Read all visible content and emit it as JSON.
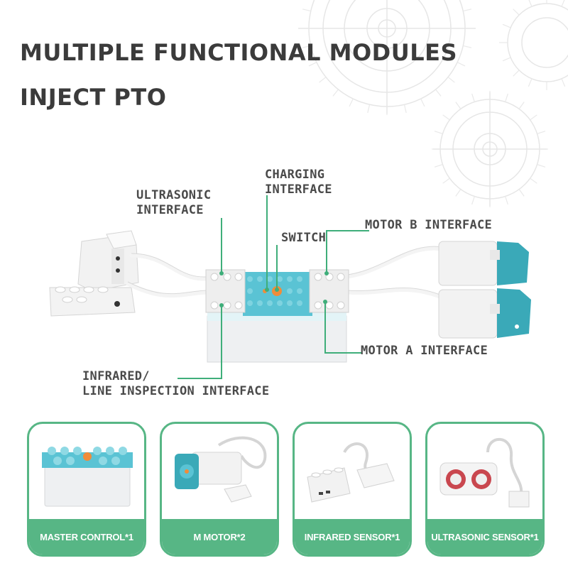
{
  "headline": {
    "line1": "MULTIPLE FUNCTIONAL MODULES",
    "line2": "INJECT PTO"
  },
  "callouts": {
    "ultrasonic": [
      "ULTRASONIC",
      "INTERFACE"
    ],
    "charging": [
      "CHARGING",
      "INTERFACE"
    ],
    "switch": "SWITCH",
    "motor_b": "MOTOR B INTERFACE",
    "motor_a": "MOTOR A INTERFACE",
    "infrared": [
      "INFRARED/",
      "LINE INSPECTION INTERFACE"
    ]
  },
  "modules": [
    {
      "label": "MASTER CONTROL*1",
      "icon": "master-control-hub"
    },
    {
      "label": "M MOTOR*2",
      "icon": "m-motor"
    },
    {
      "label": "INFRARED SENSOR*1",
      "icon": "infrared-sensor"
    },
    {
      "label": "ULTRASONIC SENSOR*1",
      "icon": "ultrasonic-sensor"
    }
  ],
  "colors": {
    "accent_green": "#57b685",
    "callout_line": "#3fae7a",
    "hub_teal": "#5ac3d4",
    "motor_teal": "#3aa9b8",
    "switch_orange": "#f08c3a",
    "heading_text": "#3b3b3b"
  }
}
